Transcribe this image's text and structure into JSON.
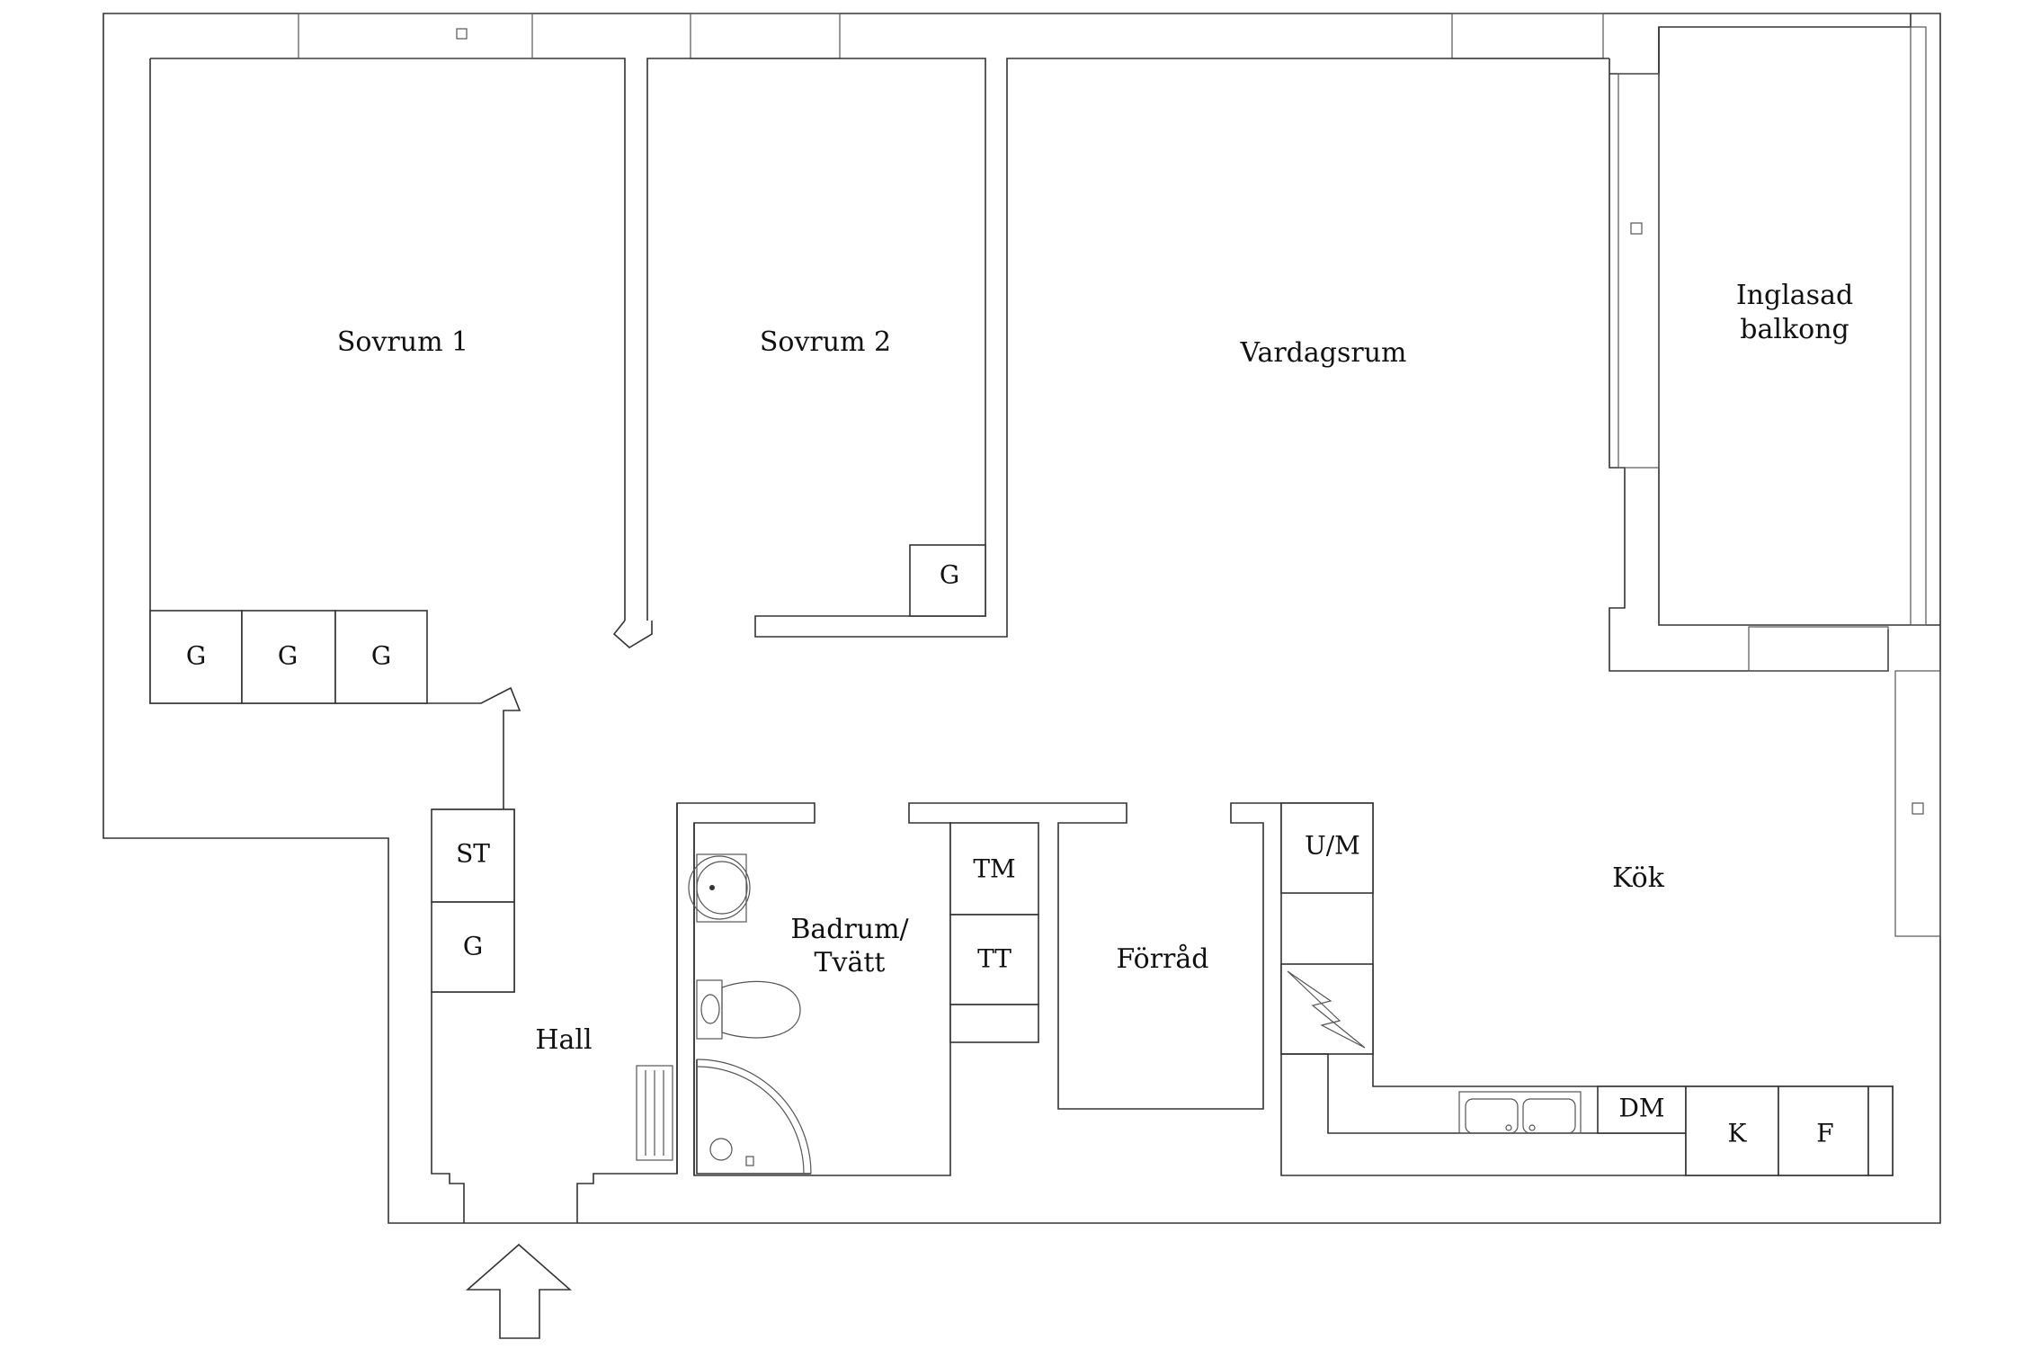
{
  "colors": {
    "background": "#ffffff",
    "wall_stroke": "#333333",
    "text": "#111111"
  },
  "rooms": {
    "sovrum1": "Sovrum 1",
    "sovrum2": "Sovrum 2",
    "vardagsrum": "Vardagsrum",
    "inglasad_balkong_line1": "Inglasad",
    "inglasad_balkong_line2": "balkong",
    "kok": "Kök",
    "hall": "Hall",
    "badrum_line1": "Badrum/",
    "badrum_line2": "Tvätt",
    "forrad": "Förråd"
  },
  "fixtures": {
    "g": "G",
    "st": "ST",
    "tm": "TM",
    "tt": "TT",
    "um": "U/M",
    "dm": "DM",
    "k": "K",
    "f": "F"
  },
  "icons": {
    "entrance": "entrance-arrow-icon",
    "stove": "stove-icon",
    "sink": "kitchen-sink-icon",
    "washbasin": "washbasin-icon",
    "toilet": "toilet-icon",
    "shower": "shower-icon",
    "radiator": "radiator-icon"
  }
}
